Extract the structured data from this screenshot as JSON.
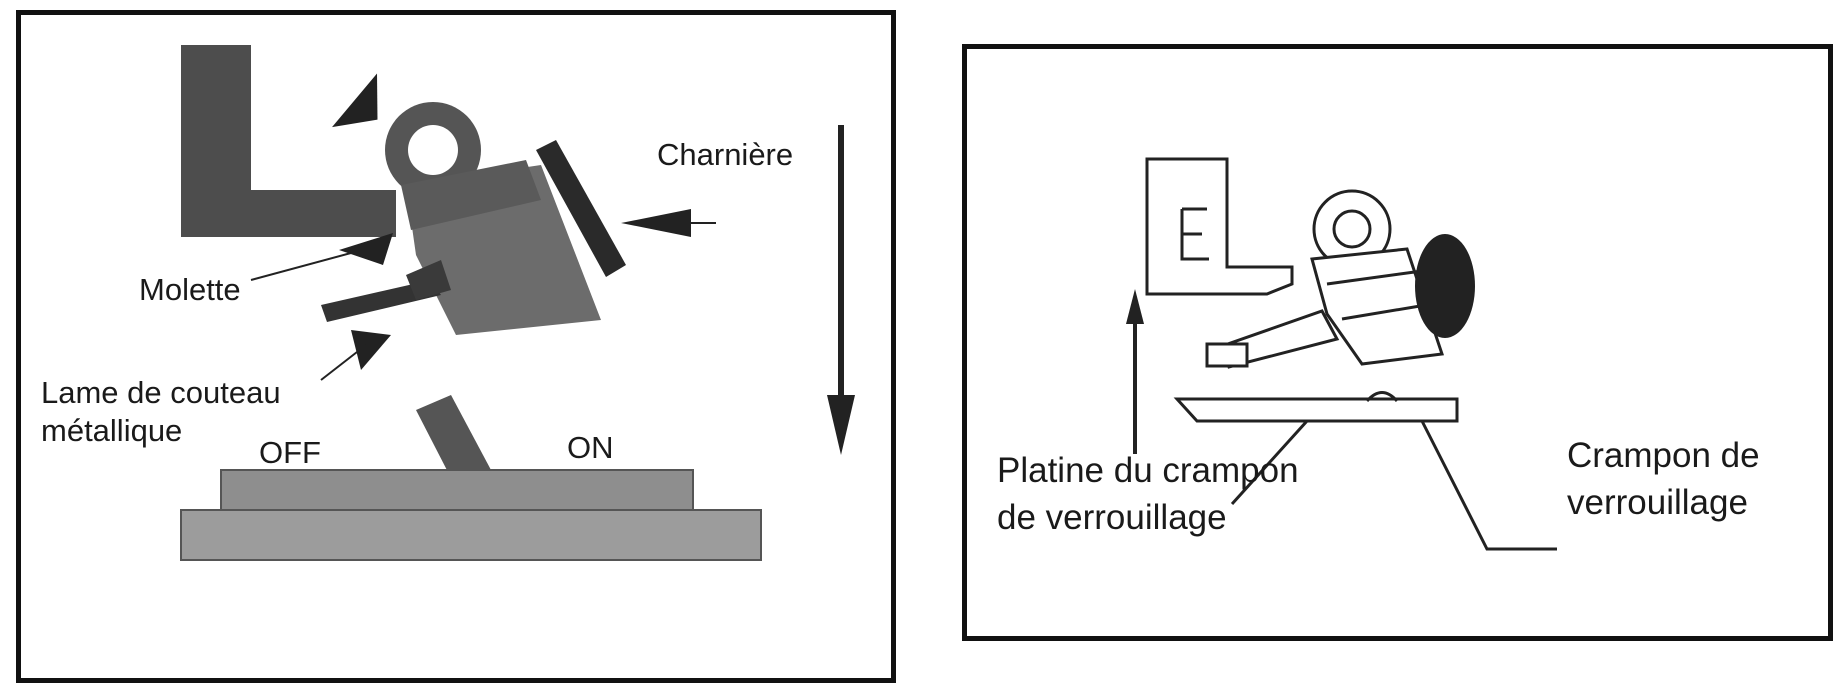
{
  "left_diagram": {
    "labels": {
      "hinge": "Charnière",
      "roller": "Molette",
      "blade_line1": "Lame de couteau",
      "blade_line2": "métallique",
      "off": "OFF",
      "on": "ON"
    },
    "colors": {
      "part_dark": "#4a4a4a",
      "part_mid": "#6e6e6e",
      "part_light": "#9a9a9a",
      "base": "#8a8a8a"
    }
  },
  "right_diagram": {
    "labels": {
      "plate_line1": "Platine du crampon",
      "plate_line2": "de verrouillage",
      "latch_line1": "Crampon de",
      "latch_line2": "verrouillage"
    }
  }
}
